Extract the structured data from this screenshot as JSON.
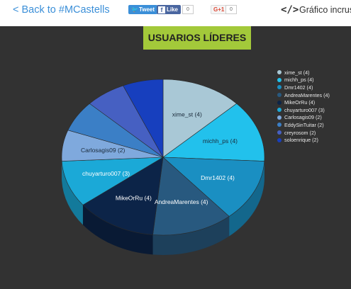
{
  "header": {
    "back_link": "< Back to #MCastells",
    "tweet_label": "Tweet",
    "like_label": "Like",
    "like_count": "0",
    "gplus_label": "G+1",
    "gplus_count": "0",
    "embed_icon": "</>",
    "embed_label": "Gráfico incrust"
  },
  "chart_data": {
    "type": "pie",
    "title": "USUARIOS LÍDERES",
    "three_d": true,
    "legend_position": "right",
    "background": "#323232",
    "title_background": "#a3c93a",
    "slices": [
      {
        "label": "xime_st (4)",
        "name": "xime_st",
        "value": 4,
        "color": "#a9c8d6"
      },
      {
        "label": "michh_ps (4)",
        "name": "michh_ps",
        "value": 4,
        "color": "#22c1ec"
      },
      {
        "label": "Dmr1402 (4)",
        "name": "Dmr1402",
        "value": 4,
        "color": "#1a8fc2"
      },
      {
        "label": "AndreaMarentes (4)",
        "name": "AndreaMarentes",
        "value": 4,
        "color": "#28597f"
      },
      {
        "label": "MikeOrRu (4)",
        "name": "MikeOrRu",
        "value": 4,
        "color": "#0c2448"
      },
      {
        "label": "chuyarturo007 (3)",
        "name": "chuyarturo007",
        "value": 3,
        "color": "#1ba9d7"
      },
      {
        "label": "Carlosagis09 (2)",
        "name": "Carlosagis09",
        "value": 2,
        "color": "#7fa9dd"
      },
      {
        "label": "EddySinTuitar (2)",
        "name": "EddySinTuitar",
        "value": 2,
        "color": "#3b7fc6"
      },
      {
        "label": "creyrosom (2)",
        "name": "creyrosom",
        "value": 2,
        "color": "#4660c2"
      },
      {
        "label": "soloenrique (2)",
        "name": "soloenrique",
        "value": 2,
        "color": "#173fbe"
      }
    ],
    "slice_labels_on_chart": [
      "xime_st (4)",
      "michh_ps (4)",
      "Dmr1402 (4)",
      "AndreaMarentes (4)",
      "MikeOrRu (4)",
      "chuyarturo007 (3)",
      "Carlosagis09 (2)"
    ]
  }
}
